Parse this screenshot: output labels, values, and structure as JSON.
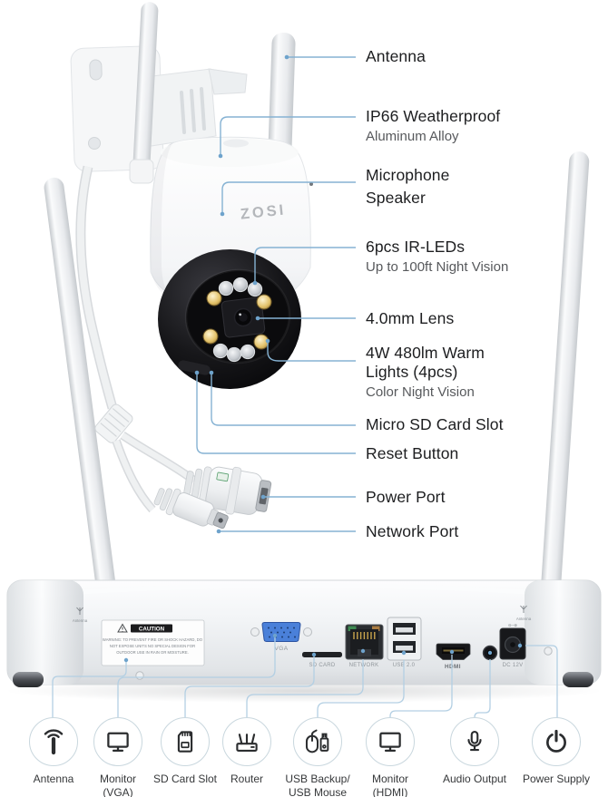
{
  "brand_logo": "ZOSI",
  "callouts": [
    {
      "title": "Antenna"
    },
    {
      "title": "IP66 Weatherproof",
      "subtitle": "Aluminum Alloy"
    },
    {
      "title": "Microphone",
      "title2": "Speaker"
    },
    {
      "title": "6pcs IR-LEDs",
      "subtitle": "Up to 100ft Night Vision"
    },
    {
      "title": "4.0mm Lens"
    },
    {
      "title": "4W 480lm Warm",
      "title2": "Lights (4pcs)",
      "subtitle": "Color Night Vision"
    },
    {
      "title": "Micro SD Card Slot"
    },
    {
      "title": "Reset Button"
    },
    {
      "title": "Power Port"
    },
    {
      "title": "Network Port"
    }
  ],
  "nvr": {
    "caution": {
      "title": "CAUTION",
      "line1": "WARNING: TO PREVENT FIRE OR SHOCK HAZARD, DO",
      "line2": "NOT EXPOSE UNITS NO SPECIAL DESIGN FOR",
      "line3": "OUTDOOR USE IN RAIN OR MOISTURE."
    },
    "ports": {
      "vga": "VGA",
      "sd": "SD CARD",
      "network": "NETWORK",
      "usb": "USB 2.0",
      "hdmi": "HDMI",
      "dc": "DC 12V",
      "antenna_left": "Antenna",
      "antenna_right": "Antenna",
      "polarity": "⊖–⊕"
    }
  },
  "legend": [
    {
      "label": "Antenna"
    },
    {
      "label": "Monitor",
      "label2": "(VGA)"
    },
    {
      "label": "SD Card Slot"
    },
    {
      "label": "Router"
    },
    {
      "label": "USB Backup/",
      "label2": "USB Mouse"
    },
    {
      "label": "Monitor",
      "label2": "(HDMI)"
    },
    {
      "label": "Audio Output"
    },
    {
      "label": "Power Supply"
    }
  ],
  "colors": {
    "callout_line": "#85b2d3",
    "port_line": "#b3cfe3",
    "vga_blue": "#4a80d9",
    "text_primary": "#1d1e20",
    "text_secondary": "#57595c"
  }
}
